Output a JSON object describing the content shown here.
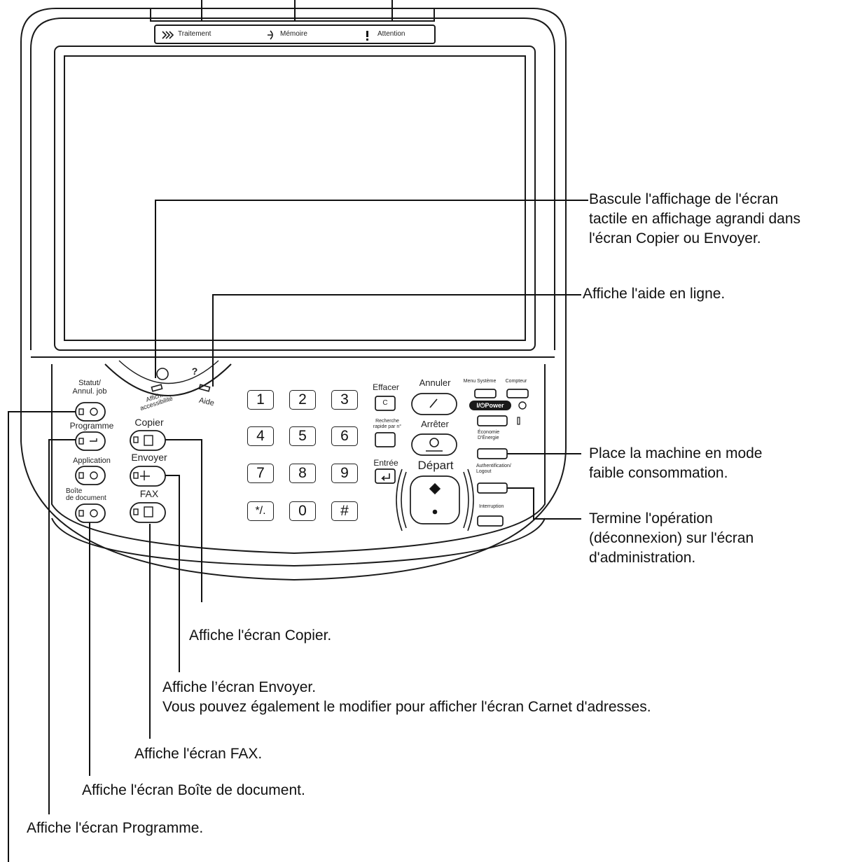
{
  "indicators": {
    "processing": "Traitement",
    "memory": "Mémoire",
    "attention": "Attention"
  },
  "panel": {
    "status_job_cancel": [
      "Statut/",
      "Annul. job"
    ],
    "program": "Programme",
    "application": "Application",
    "document_box": [
      "Boîte",
      "de document"
    ],
    "copy": "Copier",
    "send": "Envoyer",
    "fax": "FAX",
    "accessibility": [
      "Affich.",
      "accessibilité"
    ],
    "help_glyph": "?",
    "help": "Aide",
    "clear": "Effacer",
    "clear_key": "C",
    "quick_search": [
      "Recherche",
      "rapide par n°"
    ],
    "enter": "Entrée",
    "cancel": "Annuler",
    "stop": "Arrêter",
    "start": "Départ",
    "system_menu": "Menu Système",
    "counter": "Compteur",
    "power": "I/⏻Power",
    "energy_saver": [
      "Économie",
      "D'Énergie"
    ],
    "auth_logout": [
      "Authentification/",
      "Logout"
    ],
    "interrupt": "Interruption",
    "keypad": [
      "1",
      "2",
      "3",
      "4",
      "5",
      "6",
      "7",
      "8",
      "9",
      "*/.",
      "0",
      "#"
    ]
  },
  "callouts": {
    "accessibility_display": [
      "Bascule l'affichage de l'écran",
      "tactile en affichage agrandi dans",
      "l'écran Copier ou Envoyer."
    ],
    "help": "Affiche l'aide en ligne.",
    "energy_saver": [
      "Place la machine en mode",
      "faible consommation."
    ],
    "logout": [
      "Termine l'opération",
      "(déconnexion) sur l'écran",
      "d'administration."
    ],
    "copy": "Affiche l'écran Copier.",
    "send": [
      "Affiche l’écran Envoyer.",
      "Vous pouvez également le modifier pour afficher l'écran Carnet d'adresses."
    ],
    "fax": "Affiche l'écran FAX.",
    "document_box": "Affiche l'écran Boîte de document.",
    "program": "Affiche l'écran Programme."
  }
}
